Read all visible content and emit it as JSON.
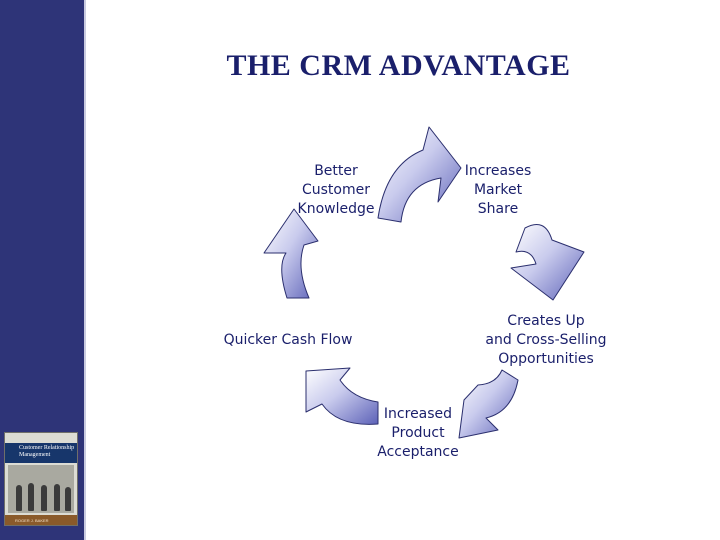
{
  "slide": {
    "title": "THE CRM ADVANTAGE",
    "book_cover": {
      "title": "Customer Relationship Management",
      "footer": "ROGER J. BAKER"
    }
  },
  "diagram": {
    "type": "cycle",
    "nodes": [
      "Better Customer Knowledge",
      "Increases Market Share",
      "Creates Up and Cross-Selling Opportunities",
      "Increased Product Acceptance",
      "Quicker Cash Flow"
    ],
    "labels": {
      "better_customer_knowledge": [
        "Better",
        "Customer",
        "Knowledge"
      ],
      "increases_market_share": [
        "Increases",
        "Market",
        "Share"
      ],
      "creates_up_cross_selling": [
        "Creates Up",
        "and Cross-Selling",
        "Opportunities"
      ],
      "increased_product_acceptance": [
        "Increased",
        "Product",
        "Acceptance"
      ],
      "quicker_cash_flow": [
        "Quicker Cash Flow"
      ]
    },
    "colors": {
      "arrow_fill_light": "#ffffff",
      "arrow_fill_dark": "#5d62b8",
      "text": "#1a1f6b",
      "sidebar": "#2e3478"
    }
  }
}
